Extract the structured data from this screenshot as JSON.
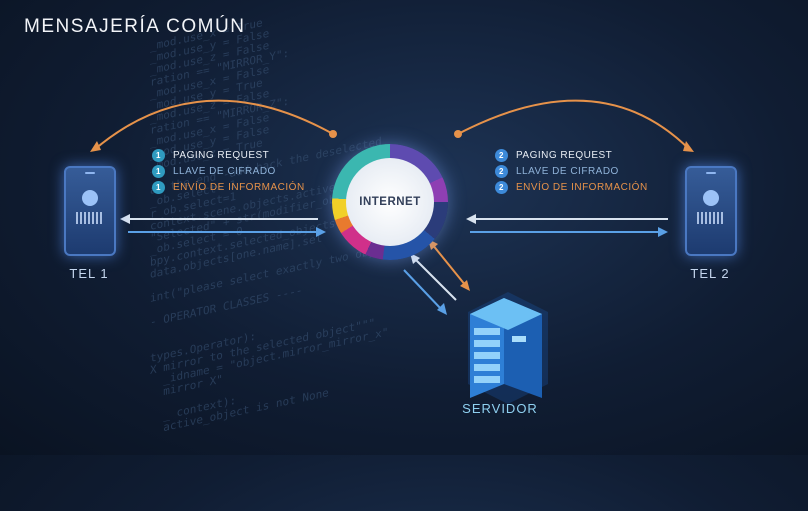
{
  "title": "MENSAJERÍA COMÚN",
  "internet_label": "INTERNET",
  "phone_left": {
    "label": "TEL 1"
  },
  "phone_right": {
    "label": "TEL 2"
  },
  "server": {
    "label": "SERVIDOR"
  },
  "steps_left": {
    "number": "1",
    "items": [
      "PAGING REQUEST",
      "LLAVE DE CIFRADO",
      "ENVÍO DE INFORMACIÓN"
    ]
  },
  "steps_right": {
    "number": "2",
    "items": [
      "PAGING REQUEST",
      "LLAVE DE CIFRADO",
      "ENVÍO DE INFORMACIÓN"
    ]
  },
  "colors": {
    "item1": "#e8edf4",
    "item2": "#8fb2d8",
    "item3": "#e6924a",
    "arc": "#e6924a",
    "arrow_white": "#d8e2ee",
    "arrow_blue": "#5aa0e6"
  },
  "background_code": [
    "_mod.use_x = True",
    "_mod.use_y = False",
    "_mod.use_z = False",
    "ration == \"MIRROR_Y\":",
    "_mod.use_x = False",
    "_mod.use_y = True",
    "_mod.use_z = False",
    "ration == \"MIRROR_Z\":",
    "_mod.use_x = False",
    "_mod.use_y = False",
    "_mod.use_z = True",
    "",
    "at the end -add back the deselected",
    "_ob.select= 1",
    "r_ob.select=1",
    "context.scene.objects.active",
    "\"Selected\" + str(modifier_ob)",
    "_ob.select = 0",
    "bpy.context.selected_objects[0]",
    "data.objects[one.name].sel",
    "",
    "int(\"please select exactly two objects,",
    "",
    "- OPERATOR CLASSES ----",
    "",
    "",
    "types.Operator):",
    "X mirror to the selected object\"\"\"",
    "  _idname = \"object.mirror_mirror_x\"",
    "  mirror X\"",
    "",
    "  _ context):",
    "  active_object is not None"
  ]
}
